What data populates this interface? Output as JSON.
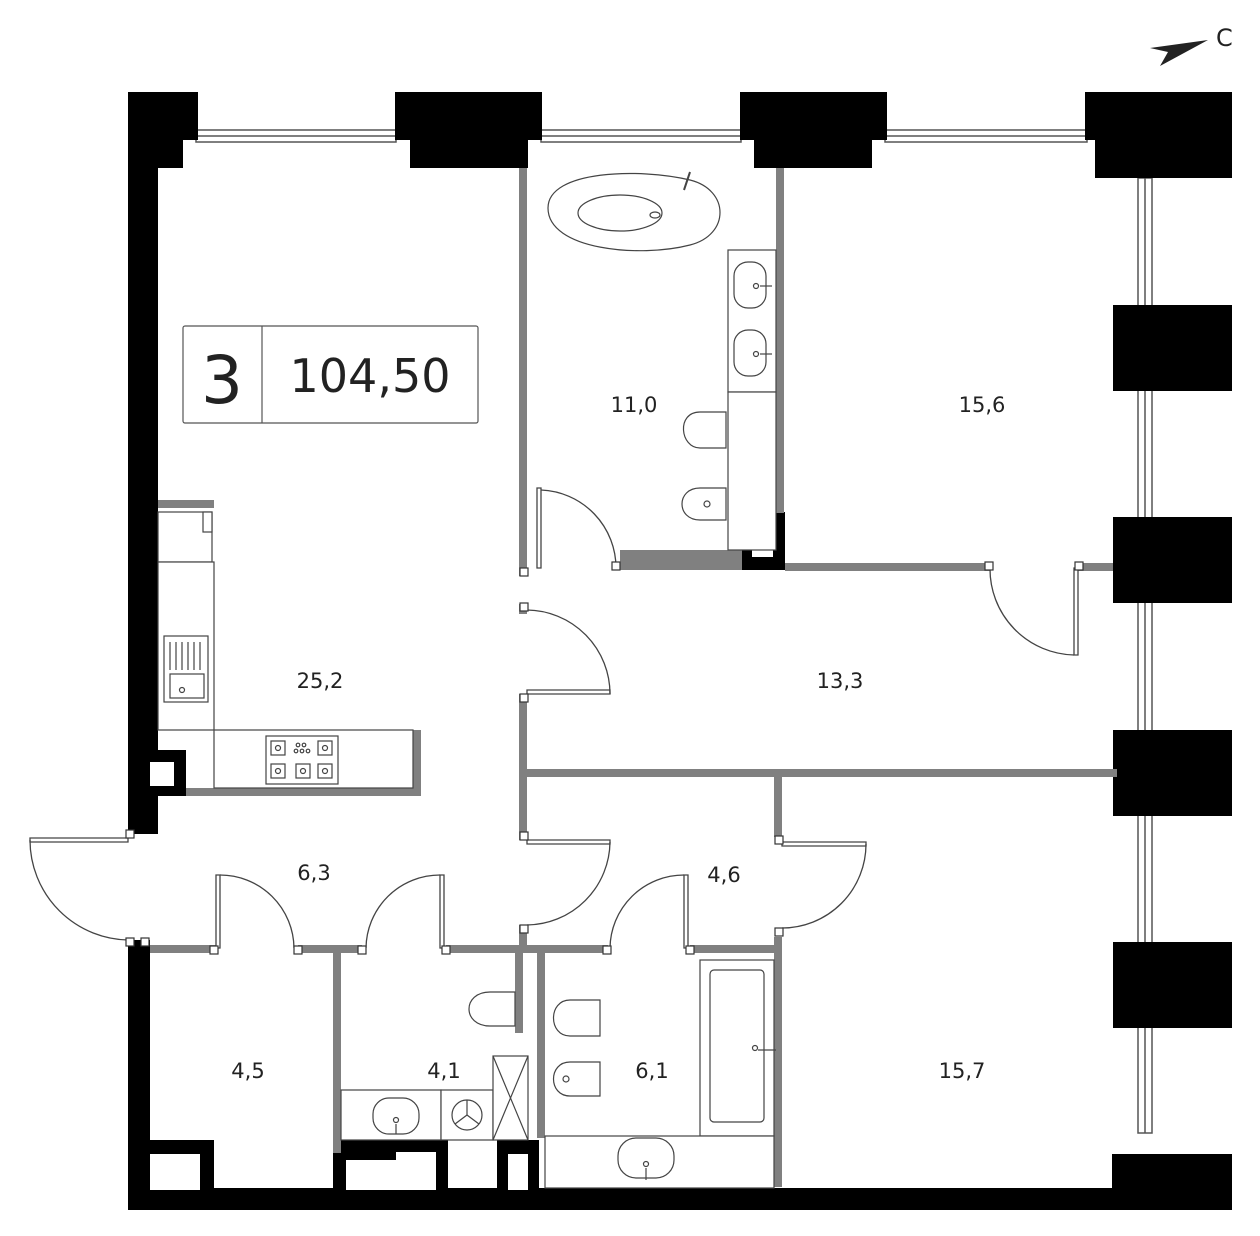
{
  "compass": {
    "label": "С"
  },
  "apartment": {
    "rooms": "3",
    "area": "104,50"
  },
  "rooms": [
    {
      "id": "living-kitchen",
      "area": "25,2"
    },
    {
      "id": "master-bathroom",
      "area": "11,0"
    },
    {
      "id": "bedroom-north",
      "area": "15,6"
    },
    {
      "id": "corridor",
      "area": "13,3"
    },
    {
      "id": "entrance-hall",
      "area": "6,3"
    },
    {
      "id": "hallway-small",
      "area": "4,6"
    },
    {
      "id": "storage",
      "area": "4,5"
    },
    {
      "id": "toilet",
      "area": "4,1"
    },
    {
      "id": "bathroom",
      "area": "6,1"
    },
    {
      "id": "bedroom-south",
      "area": "15,7"
    }
  ],
  "colors": {
    "bearing_wall": "#000000",
    "partition": "#808080",
    "fixture_stroke": "#444444"
  }
}
